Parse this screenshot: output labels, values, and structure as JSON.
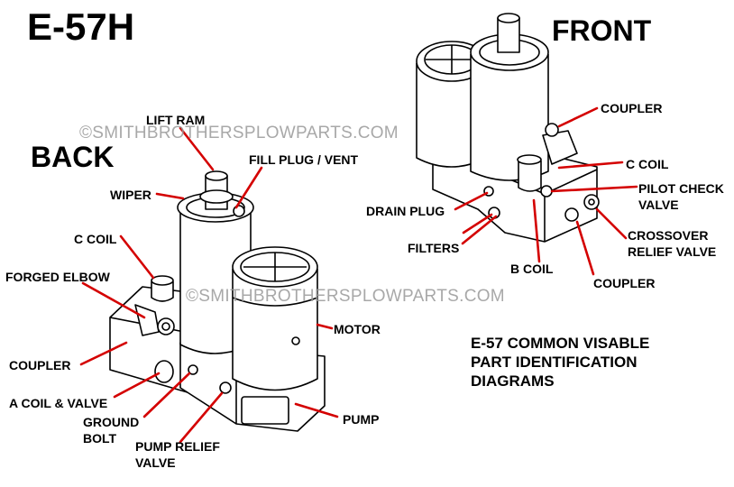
{
  "title": "E-57H",
  "views": {
    "back": "BACK",
    "front": "FRONT"
  },
  "watermark": "©SMITHBROTHERSPLOWPARTS.COM",
  "caption": [
    "E-57 COMMON VISABLE",
    "PART IDENTIFICATION",
    "DIAGRAMS"
  ],
  "back_labels": {
    "lift_ram": "LIFT RAM",
    "fill_plug": "FILL PLUG / VENT",
    "wiper": "WIPER",
    "c_coil": "C COIL",
    "forged_elbow": "FORGED ELBOW",
    "coupler": "COUPLER",
    "a_coil": "A COIL & VALVE",
    "ground_bolt": [
      "GROUND",
      "BOLT"
    ],
    "pump_relief": [
      "PUMP RELIEF",
      "VALVE"
    ],
    "motor": "MOTOR",
    "pump": "PUMP"
  },
  "front_labels": {
    "coupler_top": "COUPLER",
    "c_coil": "C COIL",
    "pilot_check": [
      "PILOT CHECK",
      "VALVE"
    ],
    "drain_plug": "DRAIN PLUG",
    "filters": "FILTERS",
    "crossover": [
      "CROSSOVER",
      "RELIEF VALVE"
    ],
    "b_coil": "B COIL",
    "coupler_bottom": "COUPLER"
  },
  "colors": {
    "leader": "#d40000",
    "ink": "#000000",
    "watermark": "#9a9a9a"
  }
}
